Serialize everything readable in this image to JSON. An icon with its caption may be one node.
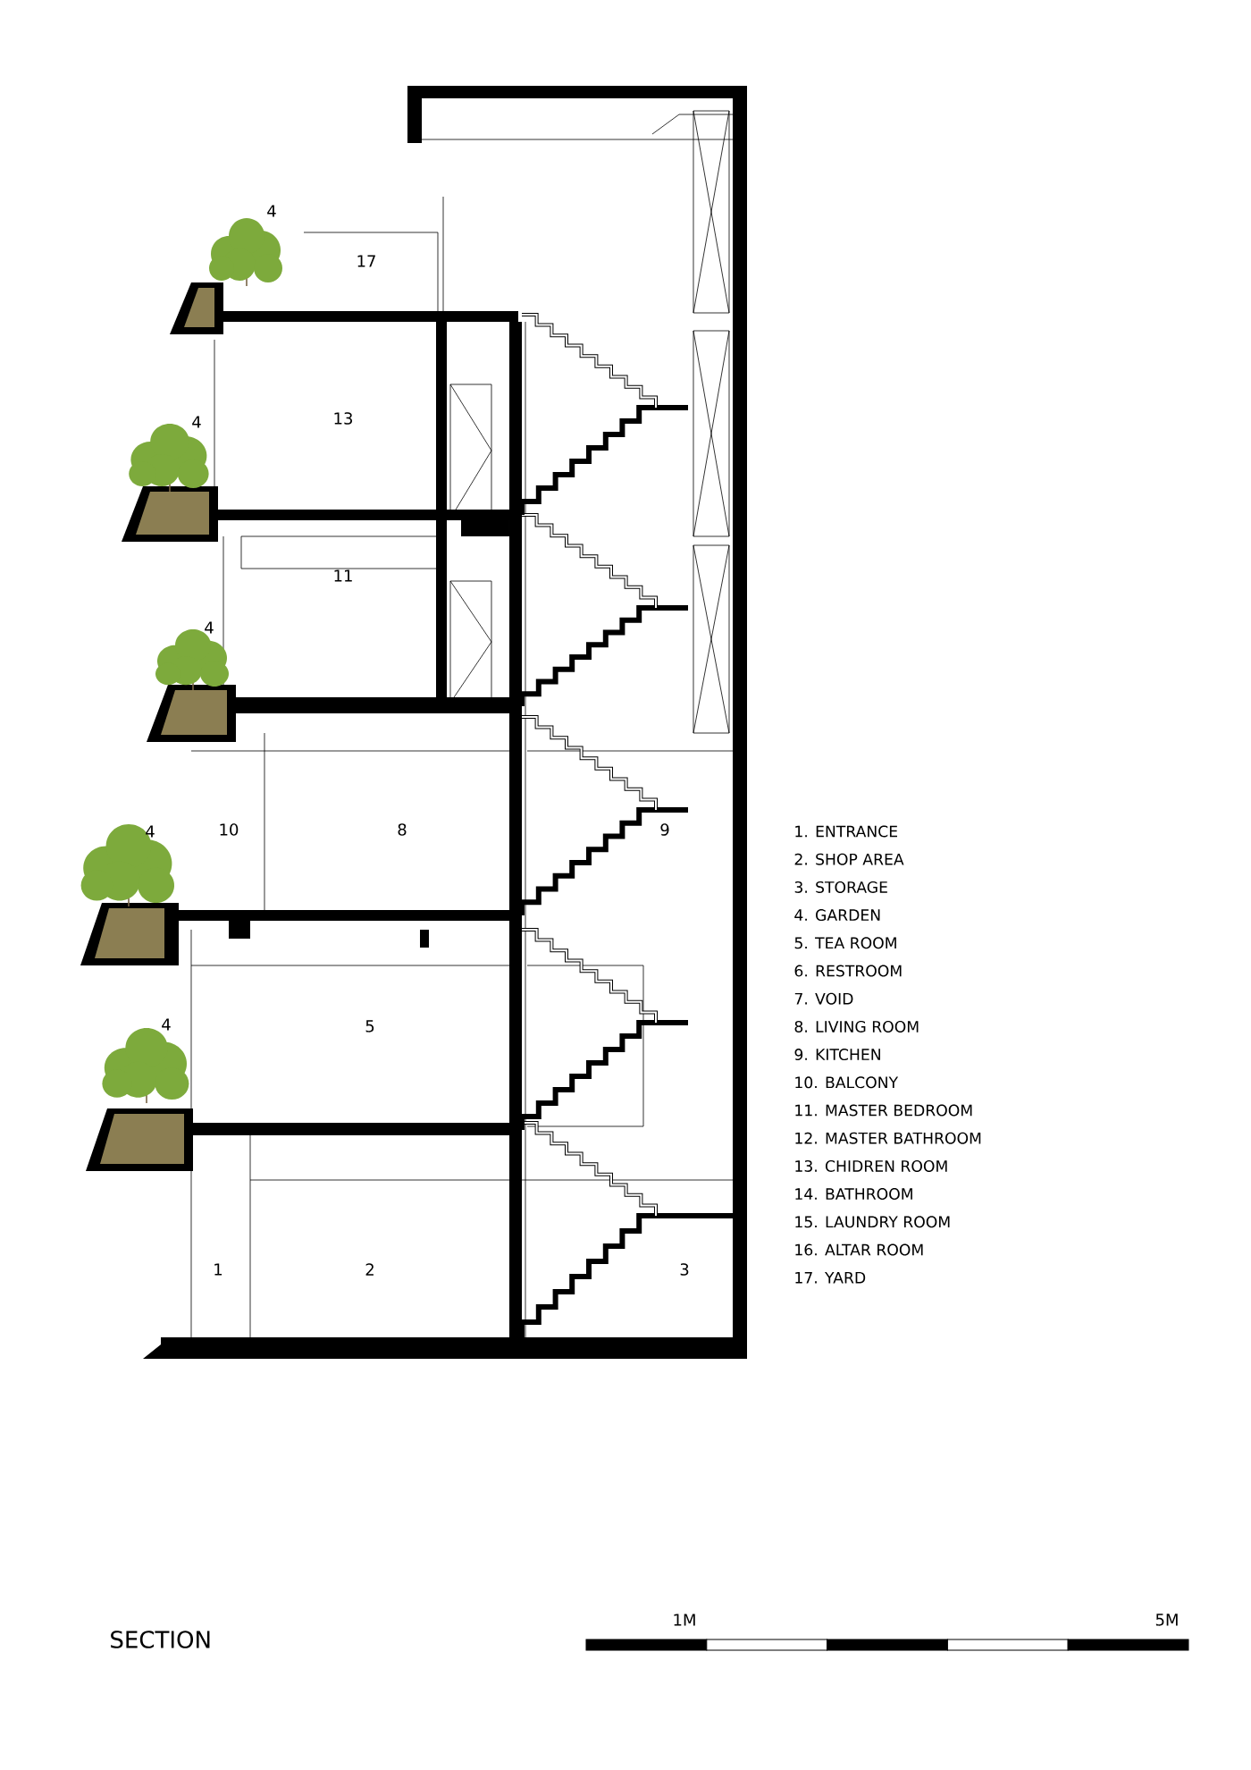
{
  "diagram": {
    "title": "SECTION",
    "labels": [
      "4",
      "17",
      "4",
      "13",
      "4",
      "11",
      "4",
      "10",
      "8",
      "9",
      "4",
      "5",
      "1",
      "2",
      "3",
      "1. ENTRANCE",
      "2. SHOP AREA",
      "3. STORAGE",
      "4. GARDEN",
      "5. TEA ROOM",
      "6. RESTROOM",
      "7. VOID",
      "8. LIVING ROOM",
      "9. KITCHEN",
      "10. BALCONY",
      "11. MASTER BEDROOM",
      "12. MASTER BATHROOM",
      "13. CHIDREN ROOM",
      "14. BATHROOM",
      "15. LAUNDRY ROOM",
      "16. ALTAR ROOM",
      "17. YARD",
      "1M",
      "5M"
    ]
  }
}
